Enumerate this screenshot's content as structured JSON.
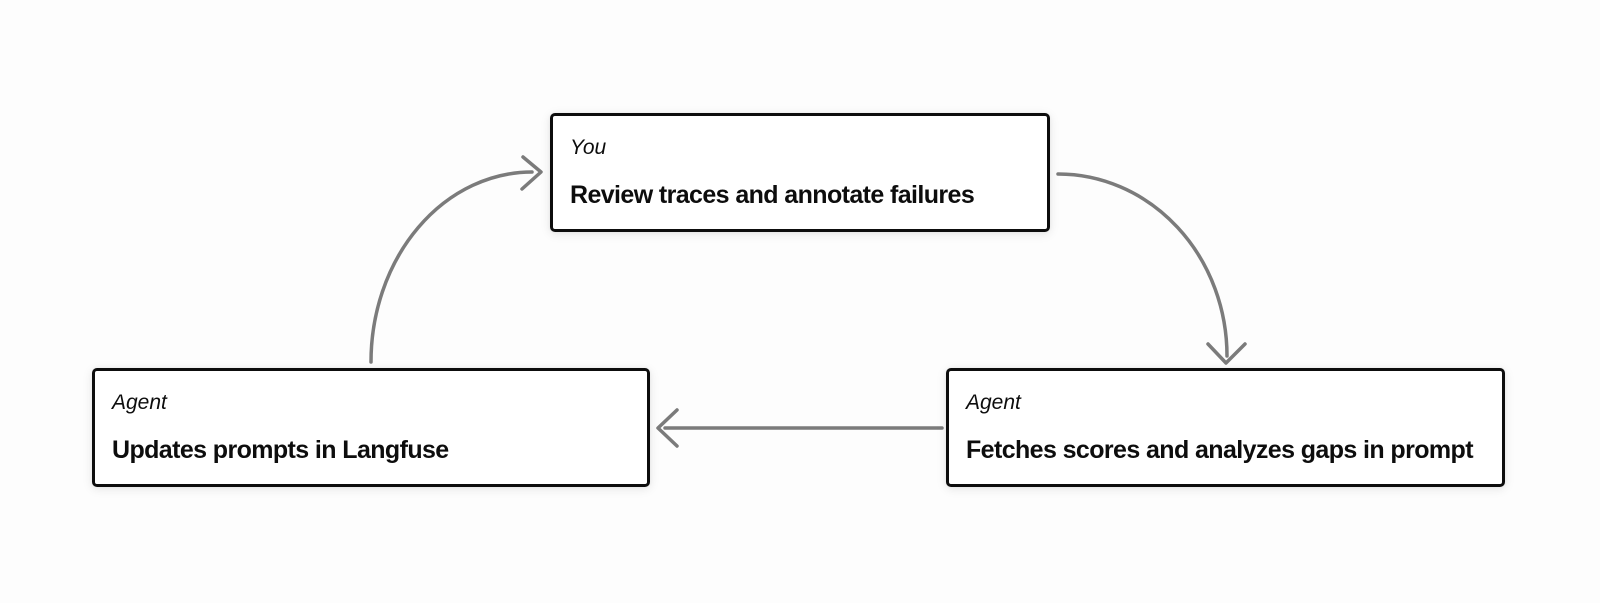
{
  "diagram": {
    "background": "#fdfdfd",
    "box_bg": "#ffffff",
    "box_border_color": "#0d0d0d",
    "text_color": "#0d0d0d",
    "arrow_color": "#7b7b7b",
    "nodes": {
      "review": {
        "actor": "You",
        "title": "Review traces and annotate failures"
      },
      "fetch": {
        "actor": "Agent",
        "title": "Fetches scores and analyzes gaps in prompt"
      },
      "update": {
        "actor": "Agent",
        "title": "Updates prompts in Langfuse"
      }
    },
    "edges": [
      {
        "from": "update",
        "to": "review",
        "style": "curved"
      },
      {
        "from": "review",
        "to": "fetch",
        "style": "curved"
      },
      {
        "from": "fetch",
        "to": "update",
        "style": "straight"
      }
    ]
  }
}
